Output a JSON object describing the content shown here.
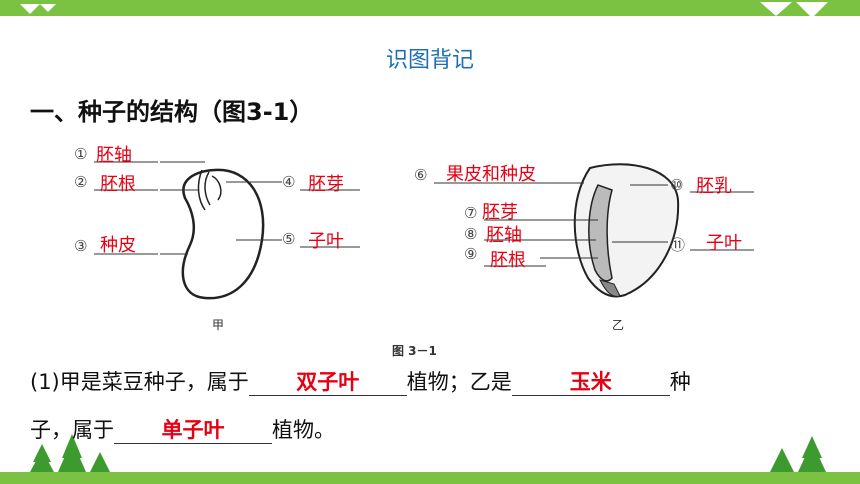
{
  "title": "识图背记",
  "heading": "一、种子的结构（图3-1）",
  "figure": {
    "caption": "图 3－1",
    "bean": {
      "caption": "甲",
      "labels": [
        {
          "num": "①",
          "text": "胚轴"
        },
        {
          "num": "②",
          "text": "胚根"
        },
        {
          "num": "③",
          "text": "种皮"
        },
        {
          "num": "④",
          "text": "胚芽"
        },
        {
          "num": "⑤",
          "text": "子叶"
        }
      ]
    },
    "corn": {
      "caption": "乙",
      "labels": [
        {
          "num": "⑥",
          "text": "果皮和种皮"
        },
        {
          "num": "⑦",
          "text": "胚芽"
        },
        {
          "num": "⑧",
          "text": "胚轴"
        },
        {
          "num": "⑨",
          "text": "胚根"
        },
        {
          "num": "⑩",
          "text": "胚乳"
        },
        {
          "num": "⑪",
          "text": "子叶"
        }
      ]
    }
  },
  "question": {
    "p1": "(1)甲是菜豆种子，属于",
    "a1": "双子叶",
    "p2": "植物；乙是",
    "a2": "玉米",
    "p3": "种",
    "p4": "子，属于",
    "a3": "单子叶",
    "p5": "植物。"
  }
}
